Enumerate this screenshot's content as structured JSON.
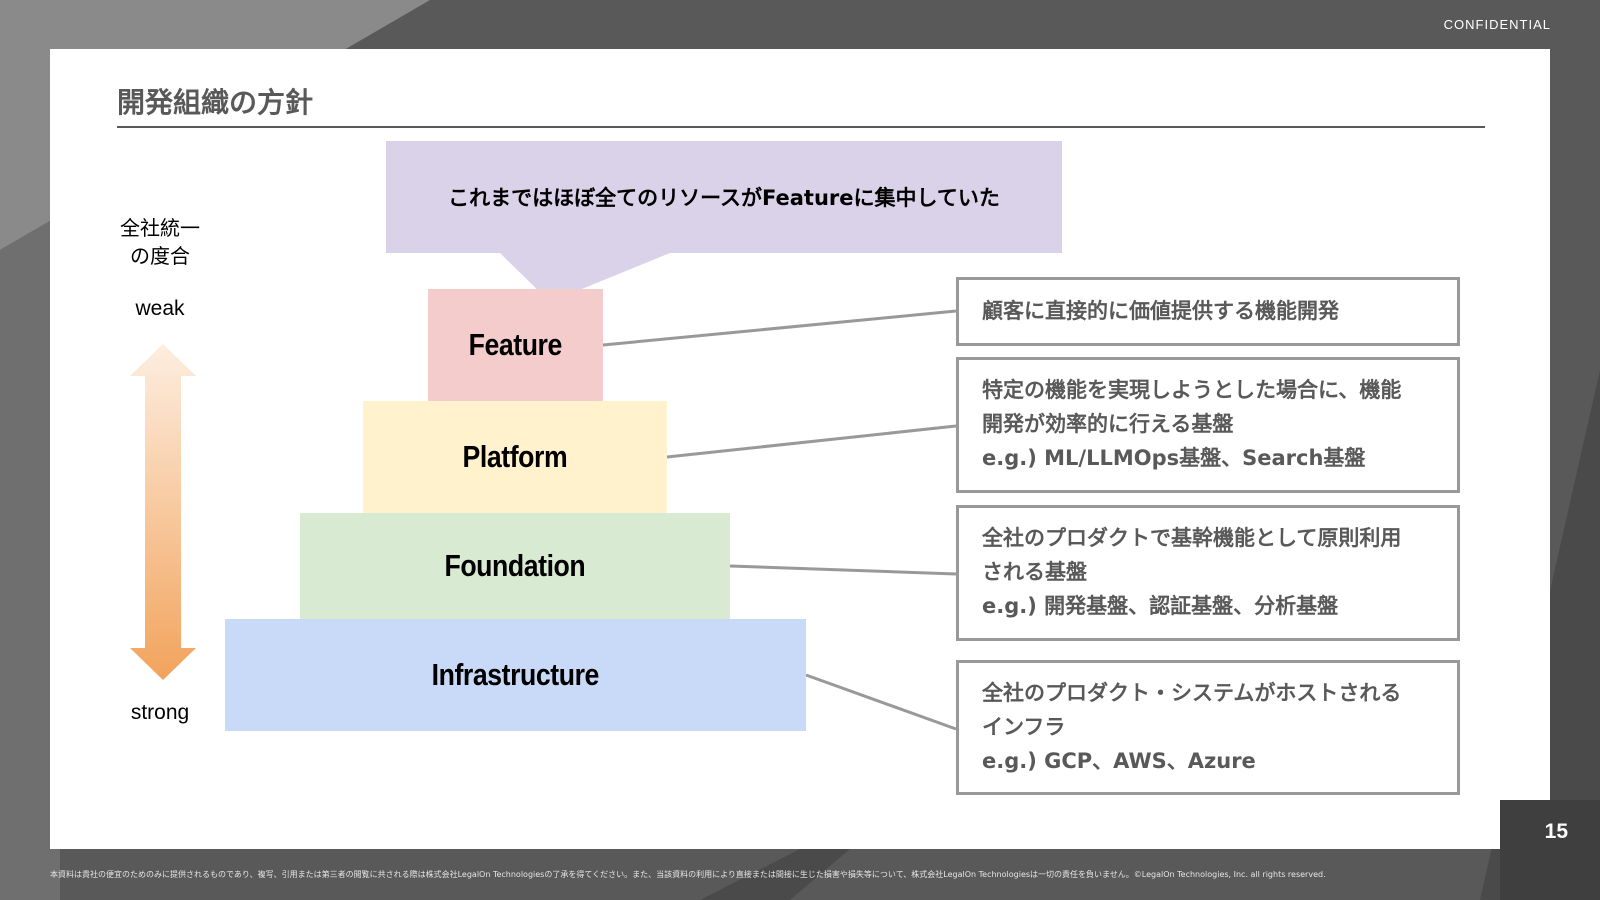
{
  "header": {
    "confidential_label": "CONFIDENTIAL"
  },
  "slide": {
    "title": "開発組織の方針",
    "page_number": "15",
    "footer": "本資料は貴社の便宜のためのみに提供されるものであり、複写、引用または第三者の閲覧に共される際は株式会社LegalOn Technologiesの了承を得てください。また、当該資料の利用により直接または間接に生じた損害や損失等について、株式会社LegalOn Technologiesは一切の責任を負いません。©LegalOn Technologies, Inc. all rights reserved."
  },
  "callout": {
    "text": "これまではほぼ全てのリソースがFeatureに集中していた"
  },
  "axis": {
    "title_line1": "全社統一",
    "title_line2": "の度合",
    "top_label": "weak",
    "bottom_label": "strong"
  },
  "layers": [
    {
      "label": "Feature",
      "color": "#f4cccc"
    },
    {
      "label": "Platform",
      "color": "#fff2cc"
    },
    {
      "label": "Foundation",
      "color": "#d9ead3"
    },
    {
      "label": "Infrastructure",
      "color": "#c9daf8"
    }
  ],
  "descriptions": [
    {
      "lines": [
        "顧客に直接的に価値提供する機能開発"
      ]
    },
    {
      "lines": [
        "特定の機能を実現しようとした場合に、機能",
        "開発が効率的に行える基盤",
        "e.g.) ML/LLMOps基盤、Search基盤"
      ]
    },
    {
      "lines": [
        "全社のプロダクトで基幹機能として原則利用",
        "される基盤",
        "e.g.) 開発基盤、認証基盤、分析基盤"
      ]
    },
    {
      "lines": [
        "全社のプロダクト・システムがホストされる",
        "インフラ",
        "e.g.) GCP、AWS、Azure"
      ]
    }
  ],
  "colors": {
    "callout_bg": "#d9d2e9",
    "arrow_top": "#fce5cd",
    "arrow_bottom": "#f6b26b",
    "connector": "#999999"
  }
}
